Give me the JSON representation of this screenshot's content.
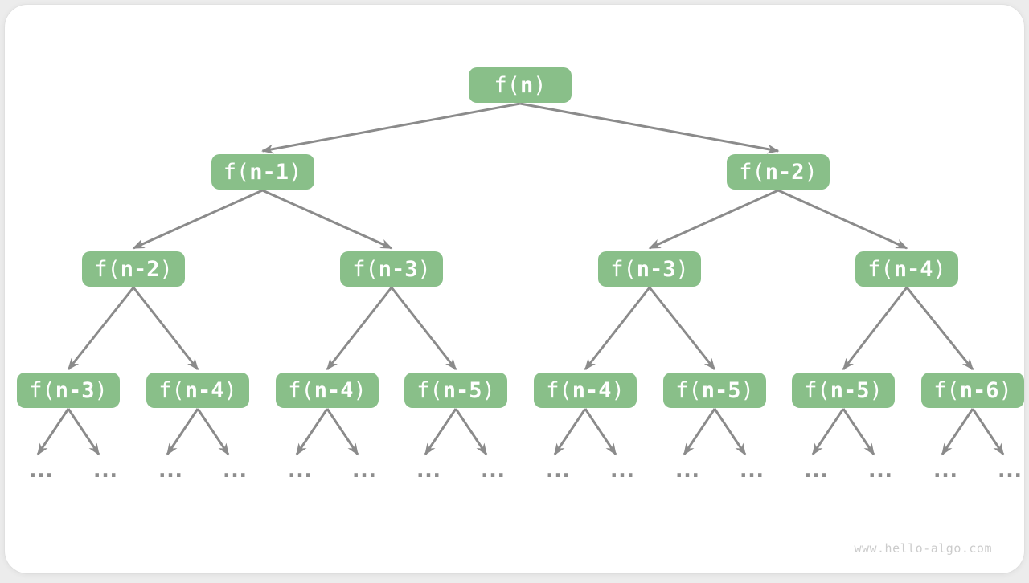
{
  "figure": {
    "watermark": "www.hello-algo.com",
    "ellipsis": "...",
    "colors": {
      "node_fill": "#89BF89",
      "node_text": "#FFFFFF",
      "edge": "#8B8B8B",
      "ellipsis_text": "#8E8E8E",
      "watermark_text": "#CCCCCC",
      "card_bg": "#FFFFFF",
      "page_bg": "#ECECEC"
    },
    "tree": {
      "levels": [
        {
          "nodes": [
            {
              "pre": "f(",
              "core": "n",
              "post": ")"
            }
          ]
        },
        {
          "nodes": [
            {
              "pre": "f(",
              "core": "n-1",
              "post": ")"
            },
            {
              "pre": "f(",
              "core": "n-2",
              "post": ")"
            }
          ]
        },
        {
          "nodes": [
            {
              "pre": "f(",
              "core": "n-2",
              "post": ")"
            },
            {
              "pre": "f(",
              "core": "n-3",
              "post": ")"
            },
            {
              "pre": "f(",
              "core": "n-3",
              "post": ")"
            },
            {
              "pre": "f(",
              "core": "n-4",
              "post": ")"
            }
          ]
        },
        {
          "nodes": [
            {
              "pre": "f(",
              "core": "n-3",
              "post": ")"
            },
            {
              "pre": "f(",
              "core": "n-4",
              "post": ")"
            },
            {
              "pre": "f(",
              "core": "n-4",
              "post": ")"
            },
            {
              "pre": "f(",
              "core": "n-5",
              "post": ")"
            },
            {
              "pre": "f(",
              "core": "n-4",
              "post": ")"
            },
            {
              "pre": "f(",
              "core": "n-5",
              "post": ")"
            },
            {
              "pre": "f(",
              "core": "n-5",
              "post": ")"
            },
            {
              "pre": "f(",
              "core": "n-6",
              "post": ")"
            }
          ]
        }
      ]
    }
  }
}
